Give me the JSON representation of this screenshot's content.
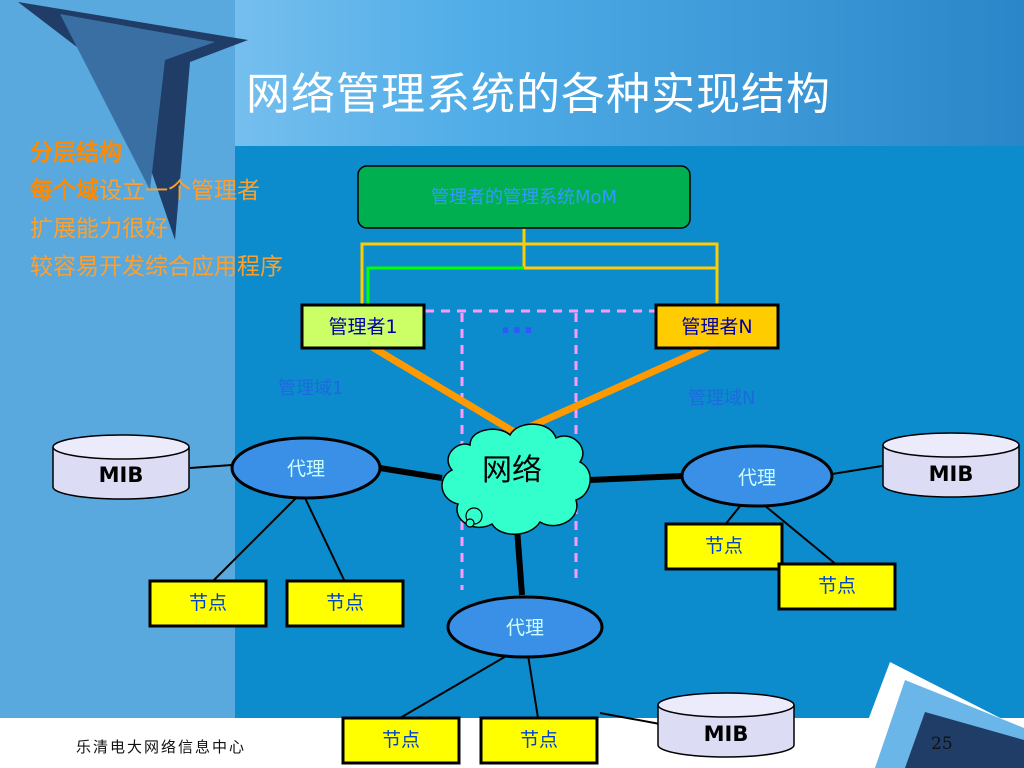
{
  "slide": {
    "title": "网络管理系统的各种实现结构",
    "bullets": [
      {
        "highlight": "分层结构",
        "rest": ""
      },
      {
        "highlight": "每个域",
        "rest": "设立一个管理者"
      },
      {
        "highlight": "",
        "rest": "扩展能力很好"
      },
      {
        "highlight": "",
        "rest": "较容易开发综合应用程序"
      }
    ],
    "footer_left": "乐清电大网络信息中心",
    "page_number": "25"
  },
  "diagram": {
    "mom_label": "管理者的管理系统MoM",
    "manager1_label": "管理者1",
    "managerN_label": "管理者N",
    "ellipsis": "...",
    "domain1_label": "管理域1",
    "domainN_label": "管理域N",
    "network_label": "网络",
    "agent_label": "代理",
    "node_label": "节点",
    "mib_label": "MIB"
  },
  "colors": {
    "mom_fill": "#00b050",
    "manager1_fill": "#ccff66",
    "managerN_fill": "#ffcc00",
    "node_fill": "#ffff00",
    "agent_fill": "#3a8fe6",
    "cloud_fill": "#33ffcc",
    "mib_fill": "#dcdcf5",
    "connector_orange": "#ff9900",
    "bus_yellow": "#ffcc00",
    "bus_green": "#00ff00",
    "dashed_violet": "#ff99ff"
  }
}
